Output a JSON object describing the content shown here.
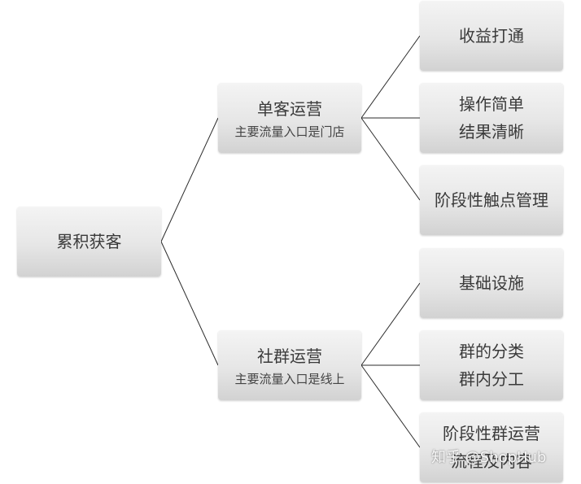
{
  "root": {
    "label": "累积获客"
  },
  "branches": [
    {
      "title": "单客运营",
      "subtitle": "主要流量入口是门店",
      "leaves": [
        {
          "lines": [
            "收益打通"
          ]
        },
        {
          "lines": [
            "操作简单",
            "结果清晰"
          ]
        },
        {
          "lines": [
            "阶段性触点管理"
          ]
        }
      ]
    },
    {
      "title": "社群运营",
      "subtitle": "主要流量入口是线上",
      "leaves": [
        {
          "lines": [
            "基础设施"
          ]
        },
        {
          "lines": [
            "群的分类",
            "群内分工"
          ]
        },
        {
          "lines": [
            "阶段性群运营",
            "流程及内容"
          ]
        }
      ]
    }
  ],
  "watermark": "知乎 @ShopHub"
}
